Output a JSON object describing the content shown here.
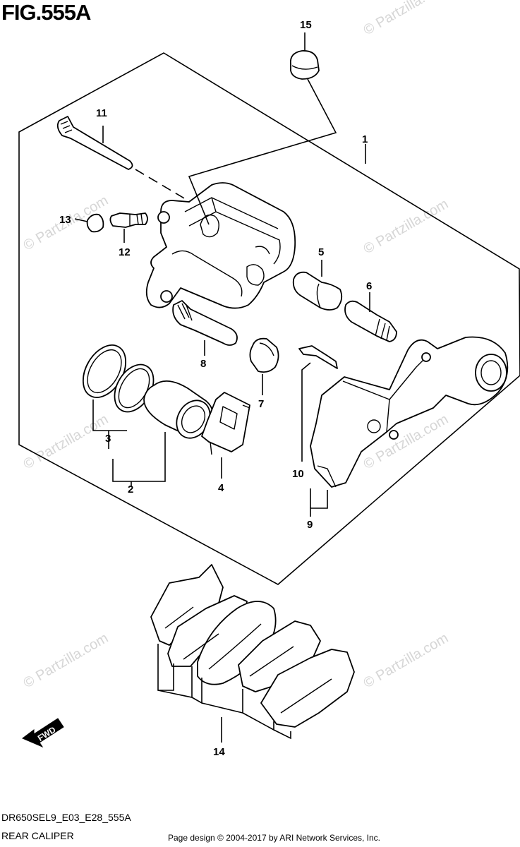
{
  "figure": {
    "title": "FIG.555A",
    "code": "DR650SEL9_E03_E28_555A",
    "caption": "REAR CALIPER",
    "credit": "Page design © 2004-2017 by ARI Network Services, Inc.",
    "watermark": "© Partzilla.com",
    "direction_label": "FWD"
  },
  "callouts": [
    "1",
    "2",
    "3",
    "4",
    "5",
    "6",
    "7",
    "8",
    "9",
    "10",
    "11",
    "12",
    "13",
    "14",
    "15"
  ],
  "colors": {
    "line": "#000000",
    "watermark": "#d6d6d6",
    "background": "#ffffff"
  }
}
